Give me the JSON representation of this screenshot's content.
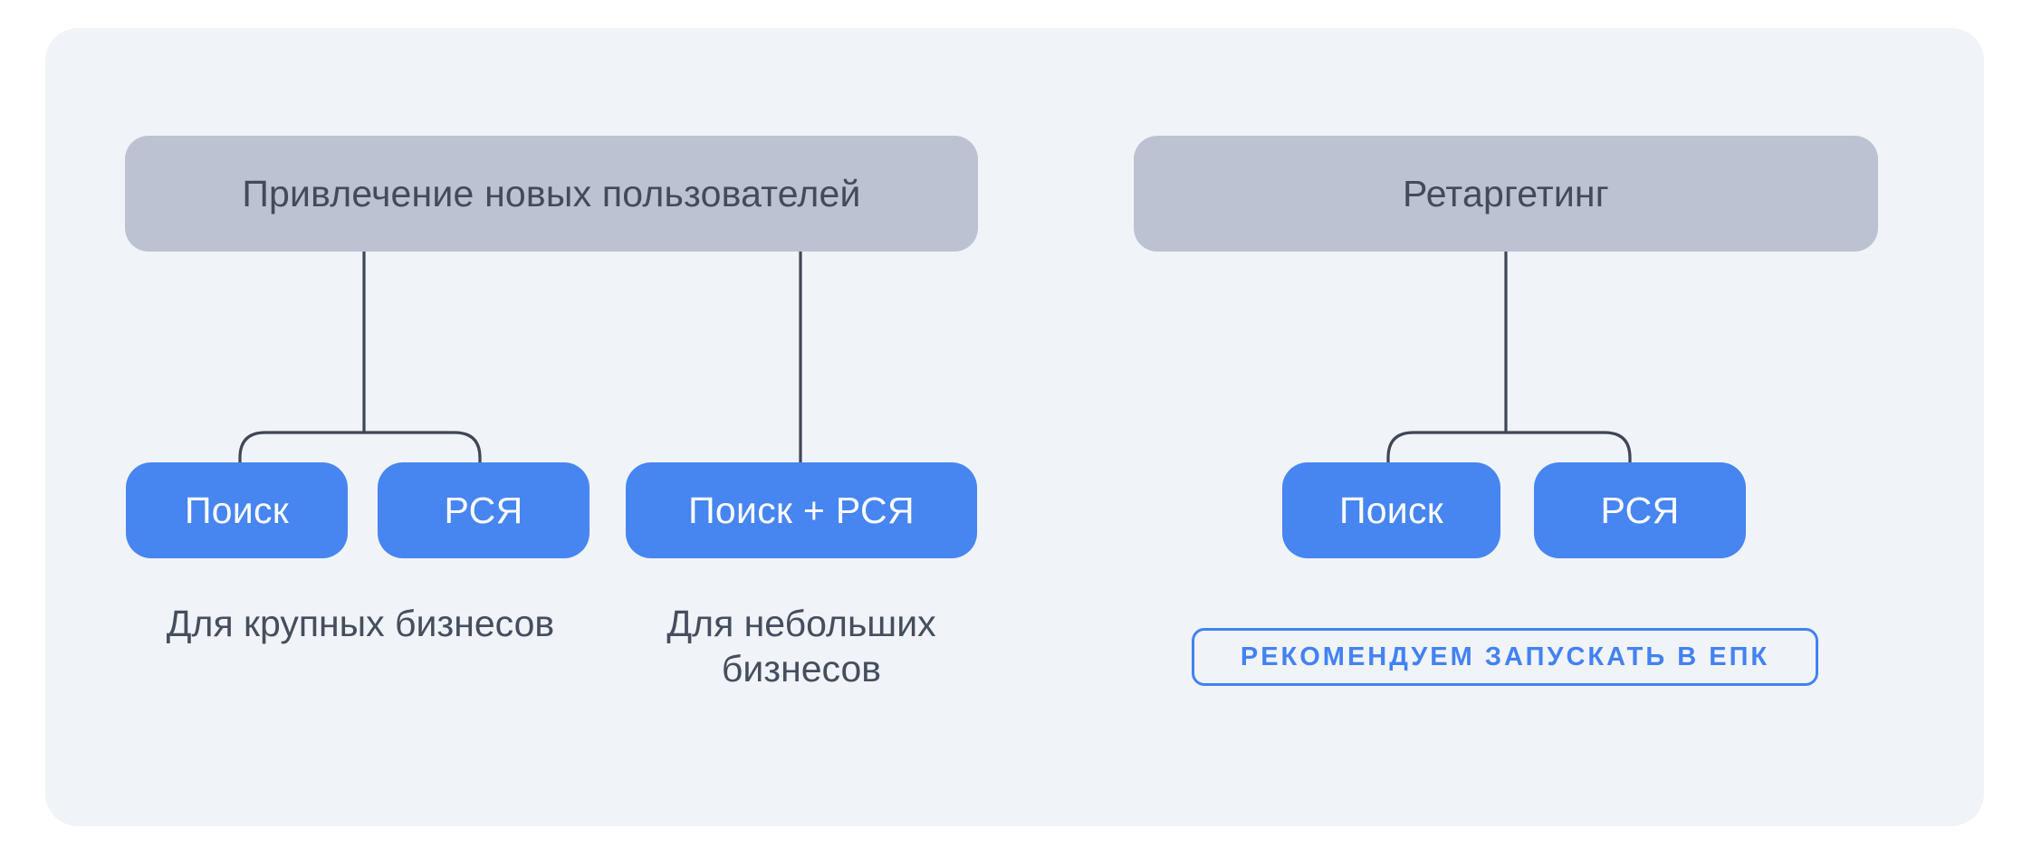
{
  "diagram": {
    "branches": [
      {
        "id": "new-users",
        "title": "Привлечение новых пользователей",
        "children": [
          {
            "label": "Поиск"
          },
          {
            "label": "РСЯ"
          },
          {
            "label": "Поиск + РСЯ"
          }
        ],
        "notes": [
          {
            "text": "Для крупных бизнесов",
            "applies_to": [
              "Поиск",
              "РСЯ"
            ]
          },
          {
            "text": "Для небольших бизнесов",
            "applies_to": [
              "Поиск + РСЯ"
            ]
          }
        ]
      },
      {
        "id": "retargeting",
        "title": "Ретаргетинг",
        "children": [
          {
            "label": "Поиск"
          },
          {
            "label": "РСЯ"
          }
        ],
        "badge": "РЕКОМЕНДУЕМ ЗАПУСКАТЬ В ЕПК"
      }
    ]
  },
  "colors": {
    "page-bg": "#ffffff",
    "panel-bg": "#f0f3f8",
    "gray-node-bg": "#bcc2d1",
    "gray-node-text": "#424a5c",
    "blue-node-bg": "#4785f0",
    "blue-node-text": "#ffffff",
    "line-color": "#3f4656",
    "note-text": "#454d5e",
    "accent-blue": "#4282f2"
  }
}
